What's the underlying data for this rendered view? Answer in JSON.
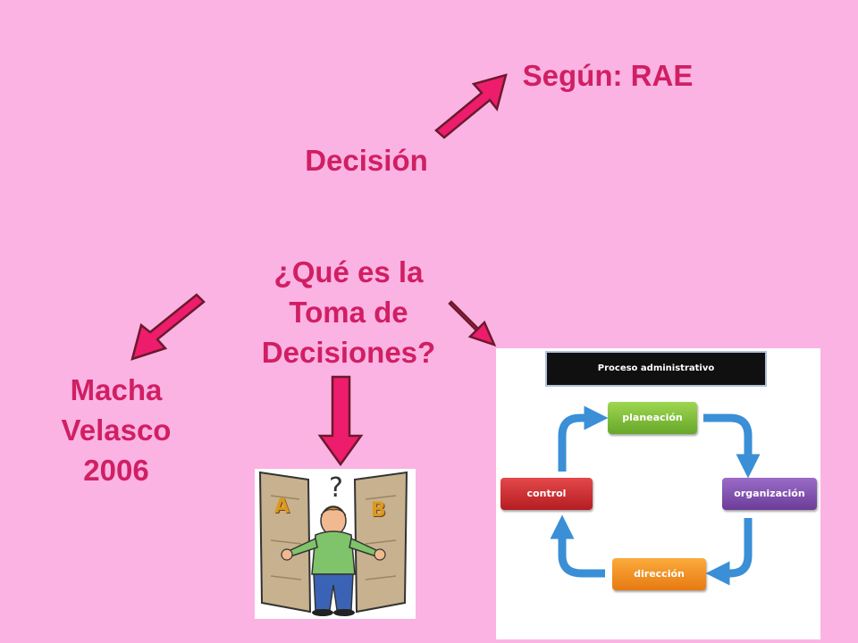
{
  "labels": {
    "segun": "Según: RAE",
    "decision": "Decisión",
    "question": [
      "¿Qué es la",
      "Toma de",
      "Decisiones?"
    ],
    "author": [
      "Macha",
      "Velasco",
      "2006"
    ]
  },
  "cartoon": {
    "question_mark": "?",
    "door_a": "A",
    "door_b": "B"
  },
  "process": {
    "title": "Proceso administrativo",
    "steps": [
      "planeación",
      "organización",
      "dirección",
      "control"
    ]
  },
  "colors": {
    "background": "#fbb3e3",
    "text": "#d01f63",
    "arrow": "#ee1c6c"
  }
}
